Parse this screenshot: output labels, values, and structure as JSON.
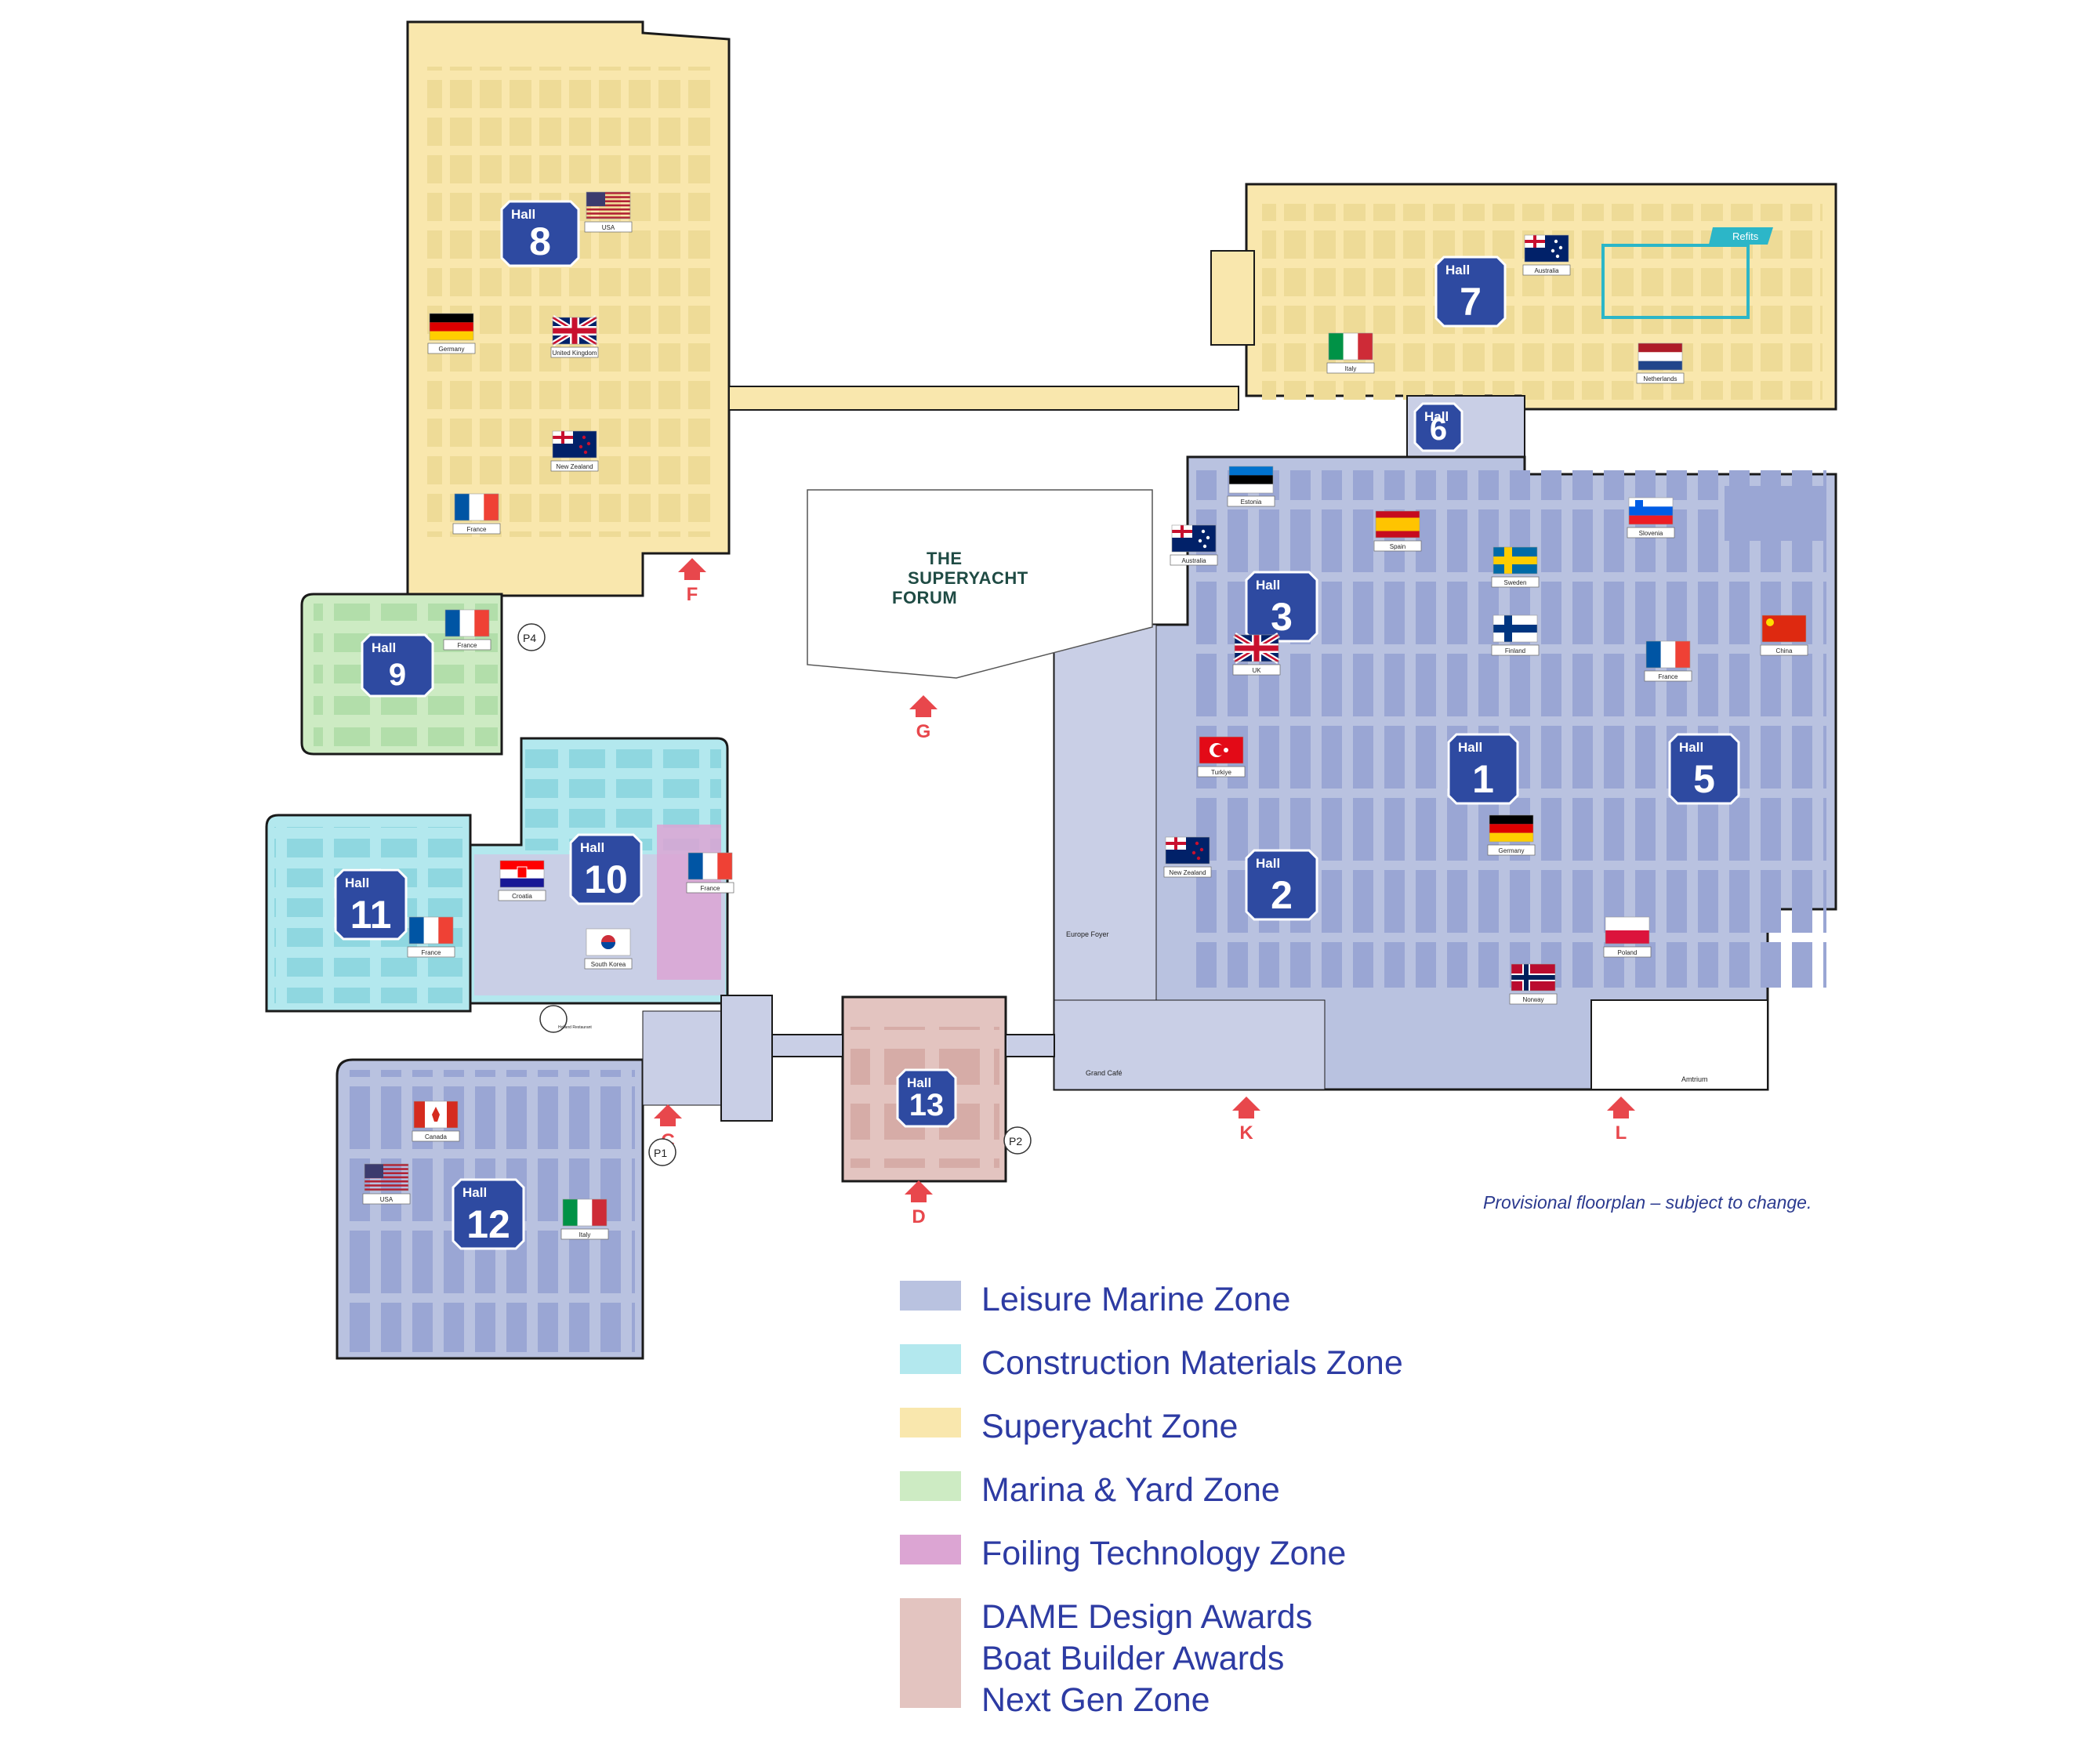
{
  "colors": {
    "leisure": "#b9c2e0",
    "construction": "#b3e8ee",
    "superyacht": "#f9e7ad",
    "marina": "#cdebc3",
    "foiling": "#dca5d3",
    "dame": "#e3c4c0",
    "hall_badge": "#2e4aa1",
    "entrance": "#e8474c",
    "legend_text": "#2d3ba3"
  },
  "hall_word": "Hall",
  "halls": [
    {
      "number": "1"
    },
    {
      "number": "2"
    },
    {
      "number": "3"
    },
    {
      "number": "5"
    },
    {
      "number": "6"
    },
    {
      "number": "7"
    },
    {
      "number": "8"
    },
    {
      "number": "9"
    },
    {
      "number": "10"
    },
    {
      "number": "11"
    },
    {
      "number": "12"
    },
    {
      "number": "13"
    }
  ],
  "forum": {
    "line1": "THE",
    "line2": "SUPERYACHT",
    "line3": "FORUM"
  },
  "entrances": [
    "F",
    "G",
    "C",
    "D",
    "K",
    "L"
  ],
  "refits_label": "Refits",
  "rooms": {
    "europe_foyer": "Europe Foyer",
    "amtrium": "Amtrium",
    "grand_cafe": "Grand Café",
    "holland_restaurant": "Holland Restaurant"
  },
  "parking": [
    "P4",
    "P1",
    "P2"
  ],
  "flags": [
    {
      "country": "USA",
      "icon": "usa-flag"
    },
    {
      "country": "Germany",
      "icon": "germany-flag"
    },
    {
      "country": "United Kingdom",
      "icon": "uk-flag"
    },
    {
      "country": "New Zealand",
      "icon": "new-zealand-flag"
    },
    {
      "country": "France",
      "icon": "france-flag"
    },
    {
      "country": "France",
      "icon": "france-flag"
    },
    {
      "country": "Australia",
      "icon": "australia-flag"
    },
    {
      "country": "Italy",
      "icon": "italy-flag"
    },
    {
      "country": "Netherlands",
      "icon": "netherlands-flag"
    },
    {
      "country": "Estonia",
      "icon": "estonia-flag"
    },
    {
      "country": "Spain",
      "icon": "spain-flag"
    },
    {
      "country": "Sweden",
      "icon": "sweden-flag"
    },
    {
      "country": "Finland",
      "icon": "finland-flag"
    },
    {
      "country": "Slovenia",
      "icon": "slovenia-flag"
    },
    {
      "country": "China",
      "icon": "china-flag"
    },
    {
      "country": "France",
      "icon": "france-flag"
    },
    {
      "country": "Australia",
      "icon": "australia-flag"
    },
    {
      "country": "UK",
      "icon": "uk-flag"
    },
    {
      "country": "Turkiye",
      "icon": "turkiye-flag"
    },
    {
      "country": "New Zealand",
      "icon": "new-zealand-flag"
    },
    {
      "country": "Germany",
      "icon": "germany-flag"
    },
    {
      "country": "Poland",
      "icon": "poland-flag"
    },
    {
      "country": "Norway",
      "icon": "norway-flag"
    },
    {
      "country": "Croatia",
      "icon": "croatia-flag"
    },
    {
      "country": "France",
      "icon": "france-flag"
    },
    {
      "country": "France",
      "icon": "france-flag"
    },
    {
      "country": "South Korea",
      "icon": "south-korea-flag"
    },
    {
      "country": "Canada",
      "icon": "canada-flag"
    },
    {
      "country": "USA",
      "icon": "usa-flag"
    },
    {
      "country": "Italy",
      "icon": "italy-flag"
    }
  ],
  "note": "Provisional floorplan – subject to change.",
  "legend": [
    {
      "label": "Leisure Marine Zone",
      "color": "#b9c2e0"
    },
    {
      "label": "Construction Materials Zone",
      "color": "#b3e8ee"
    },
    {
      "label": "Superyacht Zone",
      "color": "#f9e7ad"
    },
    {
      "label": "Marina & Yard Zone",
      "color": "#cdebc3"
    },
    {
      "label": "Foiling Technology Zone",
      "color": "#dca5d3"
    },
    {
      "label": "DAME Design Awards",
      "label2": "Boat Builder Awards",
      "label3": "Next Gen Zone",
      "color": "#e3c4c0"
    }
  ]
}
